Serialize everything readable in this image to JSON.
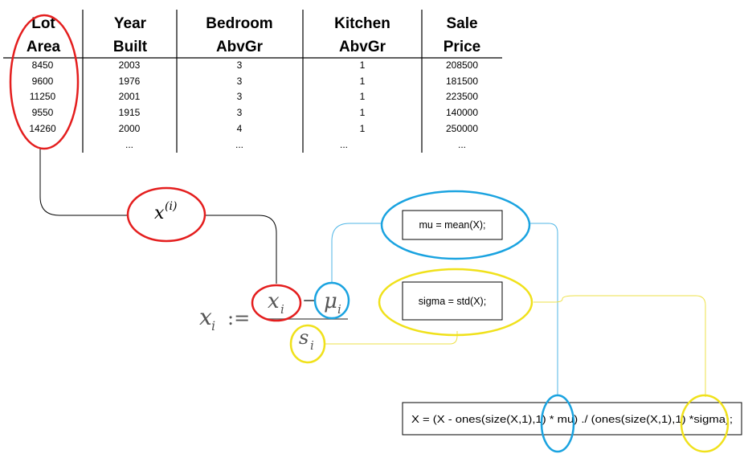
{
  "table": {
    "headers": [
      [
        "Lot",
        "Area"
      ],
      [
        "Year",
        "Built"
      ],
      [
        "Bedroom",
        "AbvGr"
      ],
      [
        "Kitchen",
        "AbvGr"
      ],
      [
        "Sale",
        "Price"
      ]
    ],
    "rows": [
      [
        "8450",
        "2003",
        "3",
        "1",
        "208500"
      ],
      [
        "9600",
        "1976",
        "3",
        "1",
        "181500"
      ],
      [
        "11250",
        "2001",
        "3",
        "1",
        "223500"
      ],
      [
        "9550",
        "1915",
        "3",
        "1",
        "140000"
      ],
      [
        "14260",
        "2000",
        "4",
        "1",
        "250000"
      ],
      [
        "",
        "...",
        "...",
        "...",
        "..."
      ]
    ]
  },
  "formula": {
    "x_base": "x",
    "superscript": "(i)",
    "lhs_var": "x",
    "subscript": "i",
    "assign": ":=",
    "minus": "−",
    "mu": "μ",
    "s": "s"
  },
  "code_boxes": {
    "mu": "mu = mean(X);",
    "sigma": "sigma = std(X);",
    "normalize": "X = (X - ones(size(X,1),1) * mu) ./ (ones(size(X,1),1) *sigma);"
  },
  "colors": {
    "red": "#e41e1e",
    "blue": "#1aa3e0",
    "yellow": "#f0e11b",
    "line_blue": "#4fb6e6",
    "line_yellow": "#eee24a"
  }
}
